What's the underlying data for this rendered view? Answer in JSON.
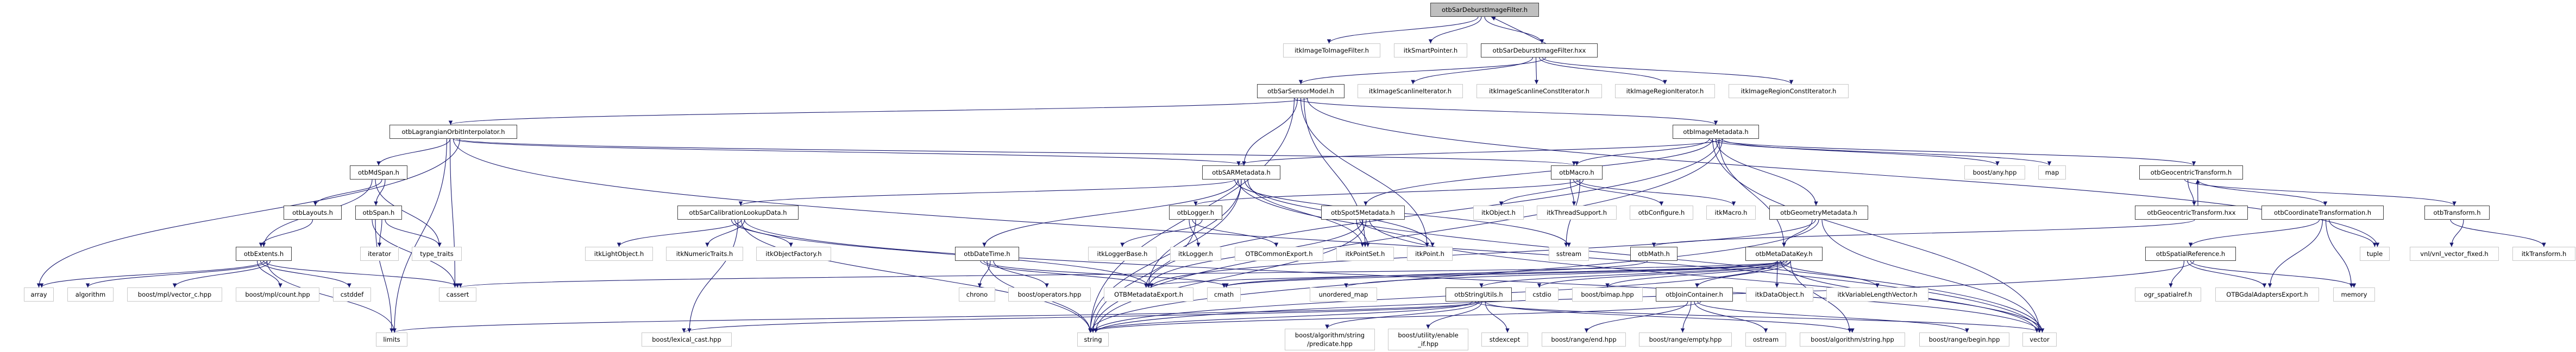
{
  "colors": {
    "edge": "#191970",
    "root_fill": "#bfbfbf",
    "documented_border": "#404040",
    "external_border": "#c8c8c8"
  },
  "nodes": [
    {
      "label": "otbSarDeburstImageFilter.h",
      "kind": "root"
    },
    {
      "label": "itkImageToImageFilter.h",
      "kind": "external"
    },
    {
      "label": "itkSmartPointer.h",
      "kind": "external"
    },
    {
      "label": "otbSarDeburstImageFilter.hxx",
      "kind": "documented"
    },
    {
      "label": "otbSarSensorModel.h",
      "kind": "documented"
    },
    {
      "label": "itkImageScanlineIterator.h",
      "kind": "external"
    },
    {
      "label": "itkImageScanlineConstIterator.h",
      "kind": "external"
    },
    {
      "label": "itkImageRegionIterator.h",
      "kind": "external"
    },
    {
      "label": "itkImageRegionConstIterator.h",
      "kind": "external"
    },
    {
      "label": "otbLagrangianOrbitInterpolator.h",
      "kind": "documented"
    },
    {
      "label": "otbImageMetadata.h",
      "kind": "documented"
    },
    {
      "label": "otbMdSpan.h",
      "kind": "documented"
    },
    {
      "label": "otbSARMetadata.h",
      "kind": "documented"
    },
    {
      "label": "otbMacro.h",
      "kind": "documented"
    },
    {
      "label": "boost/any.hpp",
      "kind": "external"
    },
    {
      "label": "map",
      "kind": "external"
    },
    {
      "label": "otbGeocentricTransform.h",
      "kind": "documented"
    },
    {
      "label": "otbLayouts.h",
      "kind": "documented"
    },
    {
      "label": "otbSpan.h",
      "kind": "documented"
    },
    {
      "label": "otbSarCalibrationLookupData.h",
      "kind": "documented"
    },
    {
      "label": "otbLogger.h",
      "kind": "documented"
    },
    {
      "label": "otbSpot5Metadata.h",
      "kind": "documented"
    },
    {
      "label": "itkObject.h",
      "kind": "external"
    },
    {
      "label": "itkThreadSupport.h",
      "kind": "external"
    },
    {
      "label": "otbConfigure.h",
      "kind": "external"
    },
    {
      "label": "itkMacro.h",
      "kind": "external"
    },
    {
      "label": "otbGeometryMetadata.h",
      "kind": "documented"
    },
    {
      "label": "otbGeocentricTransform.hxx",
      "kind": "documented"
    },
    {
      "label": "otbCoordinateTransformation.h",
      "kind": "documented"
    },
    {
      "label": "otbTransform.h",
      "kind": "documented"
    },
    {
      "label": "otbExtents.h",
      "kind": "documented"
    },
    {
      "label": "iterator",
      "kind": "external"
    },
    {
      "label": "type_traits",
      "kind": "external"
    },
    {
      "label": "itkLightObject.h",
      "kind": "external"
    },
    {
      "label": "itkNumericTraits.h",
      "kind": "external"
    },
    {
      "label": "itkObjectFactory.h",
      "kind": "external"
    },
    {
      "label": "otbDateTime.h",
      "kind": "documented"
    },
    {
      "label": "itkLoggerBase.h",
      "kind": "external"
    },
    {
      "label": "itkLogger.h",
      "kind": "external"
    },
    {
      "label": "OTBCommonExport.h",
      "kind": "external"
    },
    {
      "label": "itkPointSet.h",
      "kind": "external"
    },
    {
      "label": "itkPoint.h",
      "kind": "external"
    },
    {
      "label": "sstream",
      "kind": "external"
    },
    {
      "label": "otbMath.h",
      "kind": "documented"
    },
    {
      "label": "otbMetaDataKey.h",
      "kind": "documented"
    },
    {
      "label": "otbSpatialReference.h",
      "kind": "documented"
    },
    {
      "label": "tuple",
      "kind": "external"
    },
    {
      "label": "vnl/vnl_vector_fixed.h",
      "kind": "external"
    },
    {
      "label": "itkTransform.h",
      "kind": "external"
    },
    {
      "label": "array",
      "kind": "external"
    },
    {
      "label": "algorithm",
      "kind": "external"
    },
    {
      "label": "boost/mpl/vector_c.hpp",
      "kind": "external"
    },
    {
      "label": "boost/mpl/count.hpp",
      "kind": "external"
    },
    {
      "label": "cstddef",
      "kind": "external"
    },
    {
      "label": "cassert",
      "kind": "external"
    },
    {
      "label": "chrono",
      "kind": "external"
    },
    {
      "label": "boost/operators.hpp",
      "kind": "external"
    },
    {
      "label": "OTBMetadataExport.h",
      "kind": "external"
    },
    {
      "label": "cmath",
      "kind": "external"
    },
    {
      "label": "unordered_map",
      "kind": "external"
    },
    {
      "label": "otbStringUtils.h",
      "kind": "documented"
    },
    {
      "label": "cstdio",
      "kind": "external"
    },
    {
      "label": "boost/bimap.hpp",
      "kind": "external"
    },
    {
      "label": "otbJoinContainer.h",
      "kind": "documented"
    },
    {
      "label": "itkDataObject.h",
      "kind": "external"
    },
    {
      "label": "itkVariableLengthVector.h",
      "kind": "external"
    },
    {
      "label": "ogr_spatialref.h",
      "kind": "external"
    },
    {
      "label": "OTBGdalAdaptersExport.h",
      "kind": "external"
    },
    {
      "label": "memory",
      "kind": "external"
    },
    {
      "label": "limits",
      "kind": "external"
    },
    {
      "label": "boost/lexical_cast.hpp",
      "kind": "external"
    },
    {
      "label": "string",
      "kind": "external"
    },
    {
      "label": "boost/algorithm/string\n/predicate.hpp",
      "kind": "external"
    },
    {
      "label": "boost/utility/enable\n_if.hpp",
      "kind": "external"
    },
    {
      "label": "stdexcept",
      "kind": "external"
    },
    {
      "label": "boost/range/end.hpp",
      "kind": "external"
    },
    {
      "label": "boost/range/empty.hpp",
      "kind": "external"
    },
    {
      "label": "ostream",
      "kind": "external"
    },
    {
      "label": "boost/algorithm/string.hpp",
      "kind": "external"
    },
    {
      "label": "boost/range/begin.hpp",
      "kind": "external"
    },
    {
      "label": "vector",
      "kind": "external"
    }
  ],
  "edges": [
    [
      "otbSarDeburstImageFilter.h",
      "itkImageToImageFilter.h"
    ],
    [
      "otbSarDeburstImageFilter.h",
      "itkSmartPointer.h"
    ],
    [
      "otbSarDeburstImageFilter.h",
      "otbSarDeburstImageFilter.hxx"
    ],
    [
      "otbSarDeburstImageFilter.hxx",
      "otbSarDeburstImageFilter.h"
    ],
    [
      "otbSarDeburstImageFilter.hxx",
      "otbSarSensorModel.h"
    ],
    [
      "otbSarDeburstImageFilter.hxx",
      "itkImageScanlineIterator.h"
    ],
    [
      "otbSarDeburstImageFilter.hxx",
      "itkImageScanlineConstIterator.h"
    ],
    [
      "otbSarDeburstImageFilter.hxx",
      "itkImageRegionIterator.h"
    ],
    [
      "otbSarDeburstImageFilter.hxx",
      "itkImageRegionConstIterator.h"
    ],
    [
      "otbSarSensorModel.h",
      "otbLagrangianOrbitInterpolator.h"
    ],
    [
      "otbSarSensorModel.h",
      "otbImageMetadata.h"
    ],
    [
      "otbSarSensorModel.h",
      "otbSARMetadata.h"
    ],
    [
      "otbSarSensorModel.h",
      "itkPoint.h"
    ],
    [
      "otbSarSensorModel.h",
      "itkPointSet.h"
    ],
    [
      "otbSarSensorModel.h",
      "tuple"
    ],
    [
      "otbSarSensorModel.h",
      "string"
    ],
    [
      "otbLagrangianOrbitInterpolator.h",
      "otbMdSpan.h"
    ],
    [
      "otbLagrangianOrbitInterpolator.h",
      "otbSARMetadata.h"
    ],
    [
      "otbLagrangianOrbitInterpolator.h",
      "otbMacro.h"
    ],
    [
      "otbLagrangianOrbitInterpolator.h",
      "array"
    ],
    [
      "otbLagrangianOrbitInterpolator.h",
      "limits"
    ],
    [
      "otbLagrangianOrbitInterpolator.h",
      "cassert"
    ],
    [
      "otbLagrangianOrbitInterpolator.h",
      "vector"
    ],
    [
      "otbMdSpan.h",
      "otbLayouts.h"
    ],
    [
      "otbMdSpan.h",
      "otbSpan.h"
    ],
    [
      "otbMdSpan.h",
      "otbExtents.h"
    ],
    [
      "otbMdSpan.h",
      "type_traits"
    ],
    [
      "otbLayouts.h",
      "otbExtents.h"
    ],
    [
      "otbSpan.h",
      "iterator"
    ],
    [
      "otbSpan.h",
      "type_traits"
    ],
    [
      "otbSpan.h",
      "cassert"
    ],
    [
      "otbSpan.h",
      "limits"
    ],
    [
      "otbExtents.h",
      "array"
    ],
    [
      "otbExtents.h",
      "algorithm"
    ],
    [
      "otbExtents.h",
      "boost/mpl/vector_c.hpp"
    ],
    [
      "otbExtents.h",
      "boost/mpl/count.hpp"
    ],
    [
      "otbExtents.h",
      "cstddef"
    ],
    [
      "otbExtents.h",
      "cassert"
    ],
    [
      "otbExtents.h",
      "limits"
    ],
    [
      "otbImageMetadata.h",
      "otbSARMetadata.h"
    ],
    [
      "otbImageMetadata.h",
      "otbMacro.h"
    ],
    [
      "otbImageMetadata.h",
      "otbSpot5Metadata.h"
    ],
    [
      "otbImageMetadata.h",
      "otbGeometryMetadata.h"
    ],
    [
      "otbImageMetadata.h",
      "otbMetaDataKey.h"
    ],
    [
      "otbImageMetadata.h",
      "boost/any.hpp"
    ],
    [
      "otbImageMetadata.h",
      "map"
    ],
    [
      "otbImageMetadata.h",
      "vector"
    ],
    [
      "otbImageMetadata.h",
      "otbGeocentricTransform.h"
    ],
    [
      "otbImageMetadata.h",
      "OTBMetadataExport.h"
    ],
    [
      "otbImageMetadata.h",
      "string"
    ],
    [
      "otbSARMetadata.h",
      "otbSarCalibrationLookupData.h"
    ],
    [
      "otbSARMetadata.h",
      "otbDateTime.h"
    ],
    [
      "otbSARMetadata.h",
      "OTBMetadataExport.h"
    ],
    [
      "otbSARMetadata.h",
      "itkPoint.h"
    ],
    [
      "otbSARMetadata.h",
      "itkPointSet.h"
    ],
    [
      "otbSARMetadata.h",
      "sstream"
    ],
    [
      "otbSARMetadata.h",
      "vector"
    ],
    [
      "otbSARMetadata.h",
      "string"
    ],
    [
      "otbMacro.h",
      "otbLogger.h"
    ],
    [
      "otbMacro.h",
      "itkObject.h"
    ],
    [
      "otbMacro.h",
      "itkThreadSupport.h"
    ],
    [
      "otbMacro.h",
      "otbConfigure.h"
    ],
    [
      "otbMacro.h",
      "itkMacro.h"
    ],
    [
      "otbMacro.h",
      "sstream"
    ],
    [
      "otbLogger.h",
      "itkLoggerBase.h"
    ],
    [
      "otbLogger.h",
      "itkLogger.h"
    ],
    [
      "otbLogger.h",
      "OTBCommonExport.h"
    ],
    [
      "otbLogger.h",
      "string"
    ],
    [
      "otbDateTime.h",
      "chrono"
    ],
    [
      "otbDateTime.h",
      "boost/operators.hpp"
    ],
    [
      "otbDateTime.h",
      "OTBMetadataExport.h"
    ],
    [
      "otbDateTime.h",
      "cmath"
    ],
    [
      "otbDateTime.h",
      "string"
    ],
    [
      "otbSarCalibrationLookupData.h",
      "itkLightObject.h"
    ],
    [
      "otbSarCalibrationLookupData.h",
      "itkNumericTraits.h"
    ],
    [
      "otbSarCalibrationLookupData.h",
      "itkObjectFactory.h"
    ],
    [
      "otbSarCalibrationLookupData.h",
      "OTBMetadataExport.h"
    ],
    [
      "otbSarCalibrationLookupData.h",
      "boost/lexical_cast.hpp"
    ],
    [
      "otbSarCalibrationLookupData.h",
      "string"
    ],
    [
      "otbSarCalibrationLookupData.h",
      "vector"
    ],
    [
      "otbSpot5Metadata.h",
      "itkPointSet.h"
    ],
    [
      "otbSpot5Metadata.h",
      "itkPoint.h"
    ],
    [
      "otbSpot5Metadata.h",
      "OTBMetadataExport.h"
    ],
    [
      "otbSpot5Metadata.h",
      "string"
    ],
    [
      "otbSpot5Metadata.h",
      "vector"
    ],
    [
      "otbGeometryMetadata.h",
      "otbMetaDataKey.h"
    ],
    [
      "otbGeometryMetadata.h",
      "OTBMetadataExport.h"
    ],
    [
      "otbGeometryMetadata.h",
      "string"
    ],
    [
      "otbGeometryMetadata.h",
      "vector"
    ],
    [
      "otbMetaDataKey.h",
      "otbJoinContainer.h"
    ],
    [
      "otbMetaDataKey.h",
      "itkDataObject.h"
    ],
    [
      "otbMetaDataKey.h",
      "itkVariableLengthVector.h"
    ],
    [
      "otbMetaDataKey.h",
      "otbStringUtils.h"
    ],
    [
      "otbMetaDataKey.h",
      "cstdio"
    ],
    [
      "otbMetaDataKey.h",
      "boost/bimap.hpp"
    ],
    [
      "otbMetaDataKey.h",
      "unordered_map"
    ],
    [
      "otbMetaDataKey.h",
      "OTBMetadataExport.h"
    ],
    [
      "otbMetaDataKey.h",
      "cmath"
    ],
    [
      "otbMetaDataKey.h",
      "cassert"
    ],
    [
      "otbMetaDataKey.h",
      "boost/algorithm/string.hpp"
    ],
    [
      "otbMetaDataKey.h",
      "string"
    ],
    [
      "otbMetaDataKey.h",
      "vector"
    ],
    [
      "otbStringUtils.h",
      "boost/algorithm/string/predicate.hpp"
    ],
    [
      "otbStringUtils.h",
      "boost/utility/enable_if.hpp"
    ],
    [
      "otbStringUtils.h",
      "stdexcept"
    ],
    [
      "otbStringUtils.h",
      "string"
    ],
    [
      "otbStringUtils.h",
      "vector"
    ],
    [
      "otbStringUtils.h",
      "limits"
    ],
    [
      "otbStringUtils.h",
      "boost/lexical_cast.hpp"
    ],
    [
      "otbStringUtils.h",
      "boost/algorithm/string.hpp"
    ],
    [
      "otbJoinContainer.h",
      "boost/range/end.hpp"
    ],
    [
      "otbJoinContainer.h",
      "boost/range/empty.hpp"
    ],
    [
      "otbJoinContainer.h",
      "ostream"
    ],
    [
      "otbJoinContainer.h",
      "boost/range/begin.hpp"
    ],
    [
      "otbJoinContainer.h",
      "string"
    ],
    [
      "otbMath.h",
      "cmath"
    ],
    [
      "otbGeocentricTransform.h",
      "otbGeocentricTransform.hxx"
    ],
    [
      "otbGeocentricTransform.hxx",
      "otbGeocentricTransform.h"
    ],
    [
      "otbGeocentricTransform.hxx",
      "otbMath.h"
    ],
    [
      "otbGeocentricTransform.h",
      "otbCoordinateTransformation.h"
    ],
    [
      "otbGeocentricTransform.h",
      "otbTransform.h"
    ],
    [
      "otbCoordinateTransformation.h",
      "otbSpatialReference.h"
    ],
    [
      "otbCoordinateTransformation.h",
      "OTBGdalAdaptersExport.h"
    ],
    [
      "otbCoordinateTransformation.h",
      "memory"
    ],
    [
      "otbCoordinateTransformation.h",
      "tuple"
    ],
    [
      "otbSpatialReference.h",
      "ogr_spatialref.h"
    ],
    [
      "otbSpatialReference.h",
      "OTBGdalAdaptersExport.h"
    ],
    [
      "otbSpatialReference.h",
      "memory"
    ],
    [
      "otbSpatialReference.h",
      "string"
    ],
    [
      "otbTransform.h",
      "vnl/vnl_vector_fixed.h"
    ],
    [
      "otbTransform.h",
      "itkTransform.h"
    ]
  ]
}
